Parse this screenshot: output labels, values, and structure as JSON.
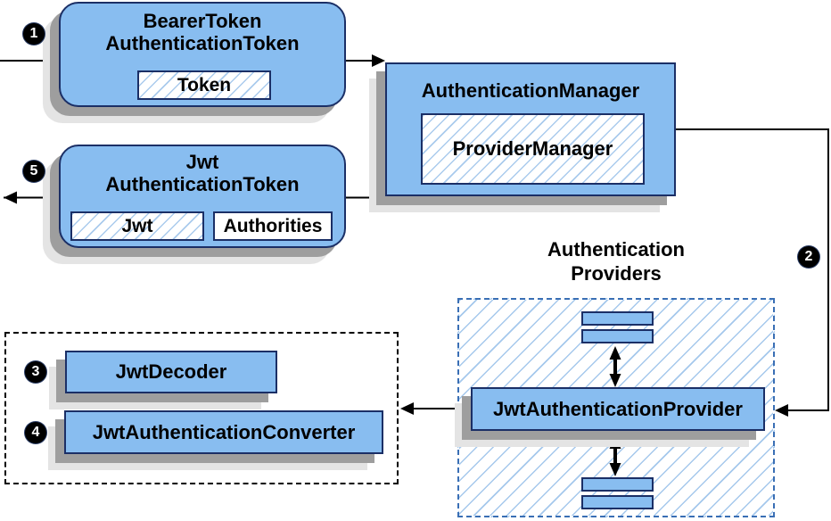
{
  "nodes": {
    "bearer_token": {
      "title_line1": "BearerToken",
      "title_line2": "AuthenticationToken",
      "chip": "Token"
    },
    "authentication_manager": {
      "title": "AuthenticationManager",
      "chip": "ProviderManager"
    },
    "jwt_authentication_token": {
      "title_line1": "Jwt",
      "title_line2": "AuthenticationToken",
      "chip_jwt": "Jwt",
      "chip_authorities": "Authorities"
    },
    "jwt_authentication_provider": {
      "title": "JwtAuthenticationProvider"
    },
    "jwt_decoder": {
      "title": "JwtDecoder"
    },
    "jwt_authentication_converter": {
      "title": "JwtAuthenticationConverter"
    }
  },
  "groups": {
    "authentication_providers": {
      "title_line1": "Authentication",
      "title_line2": "Providers"
    }
  },
  "steps": {
    "step1": "1",
    "step2": "2",
    "step3": "3",
    "step4": "4",
    "step5": "5"
  },
  "colors": {
    "node_fill": "#88bdf0",
    "node_border": "#1b2f66",
    "hatch_line": "#a5c8ec",
    "group_dashed_blue": "#3a6fb5",
    "group_dashed_black": "#000000",
    "shadow_dark": "#9e9e9e",
    "shadow_light": "#e4e4e4",
    "connector": "#000000",
    "badge_bg": "#000000",
    "badge_text": "#ffffff"
  }
}
